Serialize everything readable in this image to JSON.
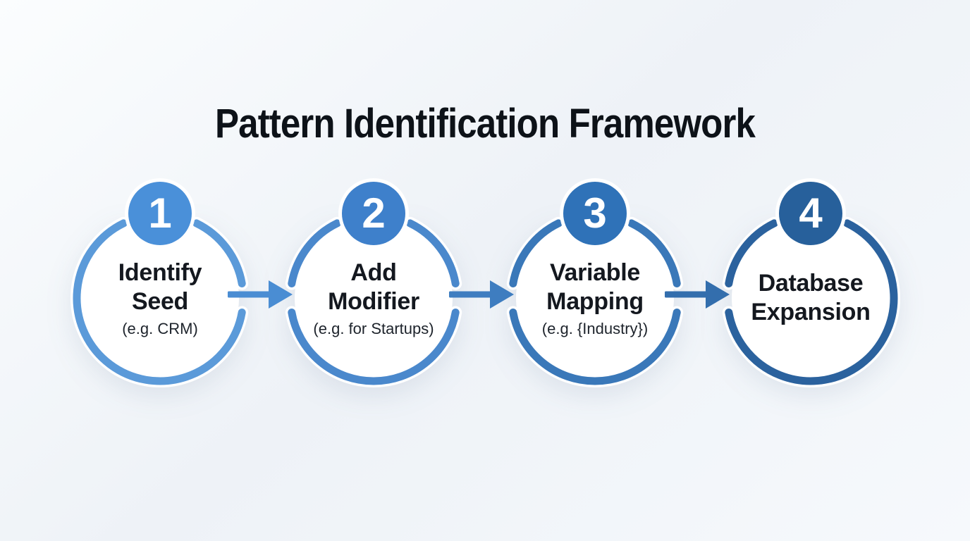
{
  "title": "Pattern Identification Framework",
  "steps": [
    {
      "number": "1",
      "label": "Identify\nSeed",
      "example": "(e.g. CRM)",
      "ring_color": "#5b9ad9",
      "badge_color": "#4a90d9"
    },
    {
      "number": "2",
      "label": "Add\nModifier",
      "example": "(e.g. for Startups)",
      "ring_color": "#4a88cc",
      "badge_color": "#3e80cb"
    },
    {
      "number": "3",
      "label": "Variable\nMapping",
      "example": "(e.g. {Industry})",
      "ring_color": "#3a78b9",
      "badge_color": "#2f72b8"
    },
    {
      "number": "4",
      "label": "Database\nExpansion",
      "example": "",
      "ring_color": "#2b629e",
      "badge_color": "#27609b"
    }
  ],
  "arrows": [
    {
      "color": "#4a8dd3"
    },
    {
      "color": "#3e7dc0"
    },
    {
      "color": "#336ead"
    }
  ],
  "colors": {
    "background": "#f1f5f9",
    "title_text": "#0d1218",
    "step_title_text": "#14181f",
    "example_text": "#1d232b",
    "circle_fill": "#ffffff",
    "halo": "#ffffff",
    "badge_number_text": "#ffffff"
  }
}
